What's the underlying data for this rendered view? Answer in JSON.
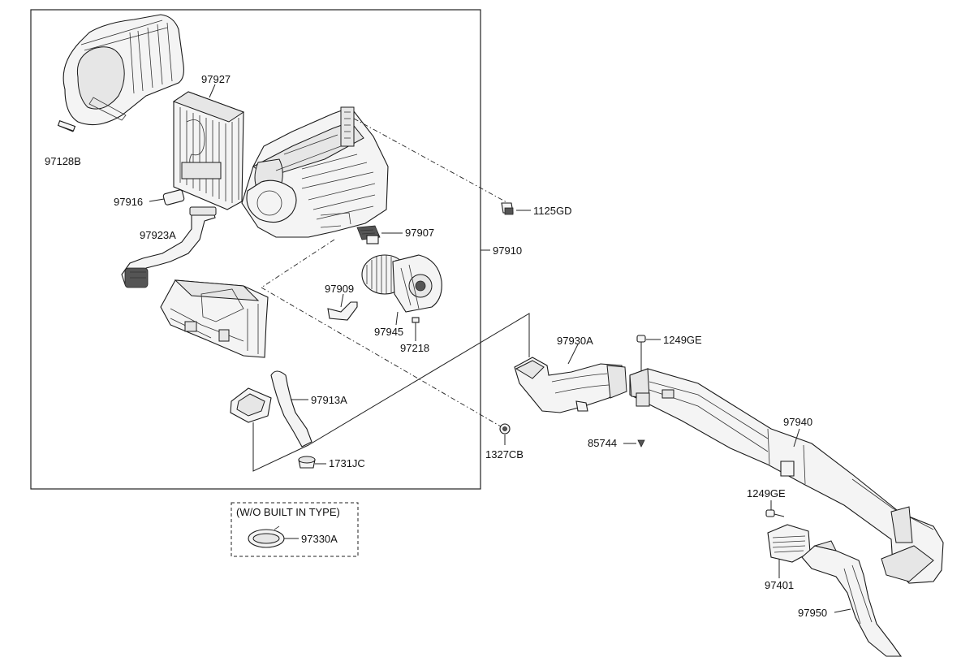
{
  "labels": {
    "p97128B": "97128B",
    "p97927": "97927",
    "p97916": "97916",
    "p97923A": "97923A",
    "p1125GD": "1125GD",
    "p97907": "97907",
    "p97910": "97910",
    "p97909": "97909",
    "p97945": "97945",
    "p97218": "97218",
    "p97913A": "97913A",
    "p1731JC": "1731JC",
    "p1327CB": "1327CB",
    "p97930A": "97930A",
    "p1249GE_top": "1249GE",
    "p85744": "85744",
    "p97940": "97940",
    "p1249GE_bottom": "1249GE",
    "p97401": "97401",
    "p97950": "97950",
    "p97330A": "97330A"
  },
  "variant_box": {
    "title": "(W/O BUILT IN TYPE)"
  }
}
